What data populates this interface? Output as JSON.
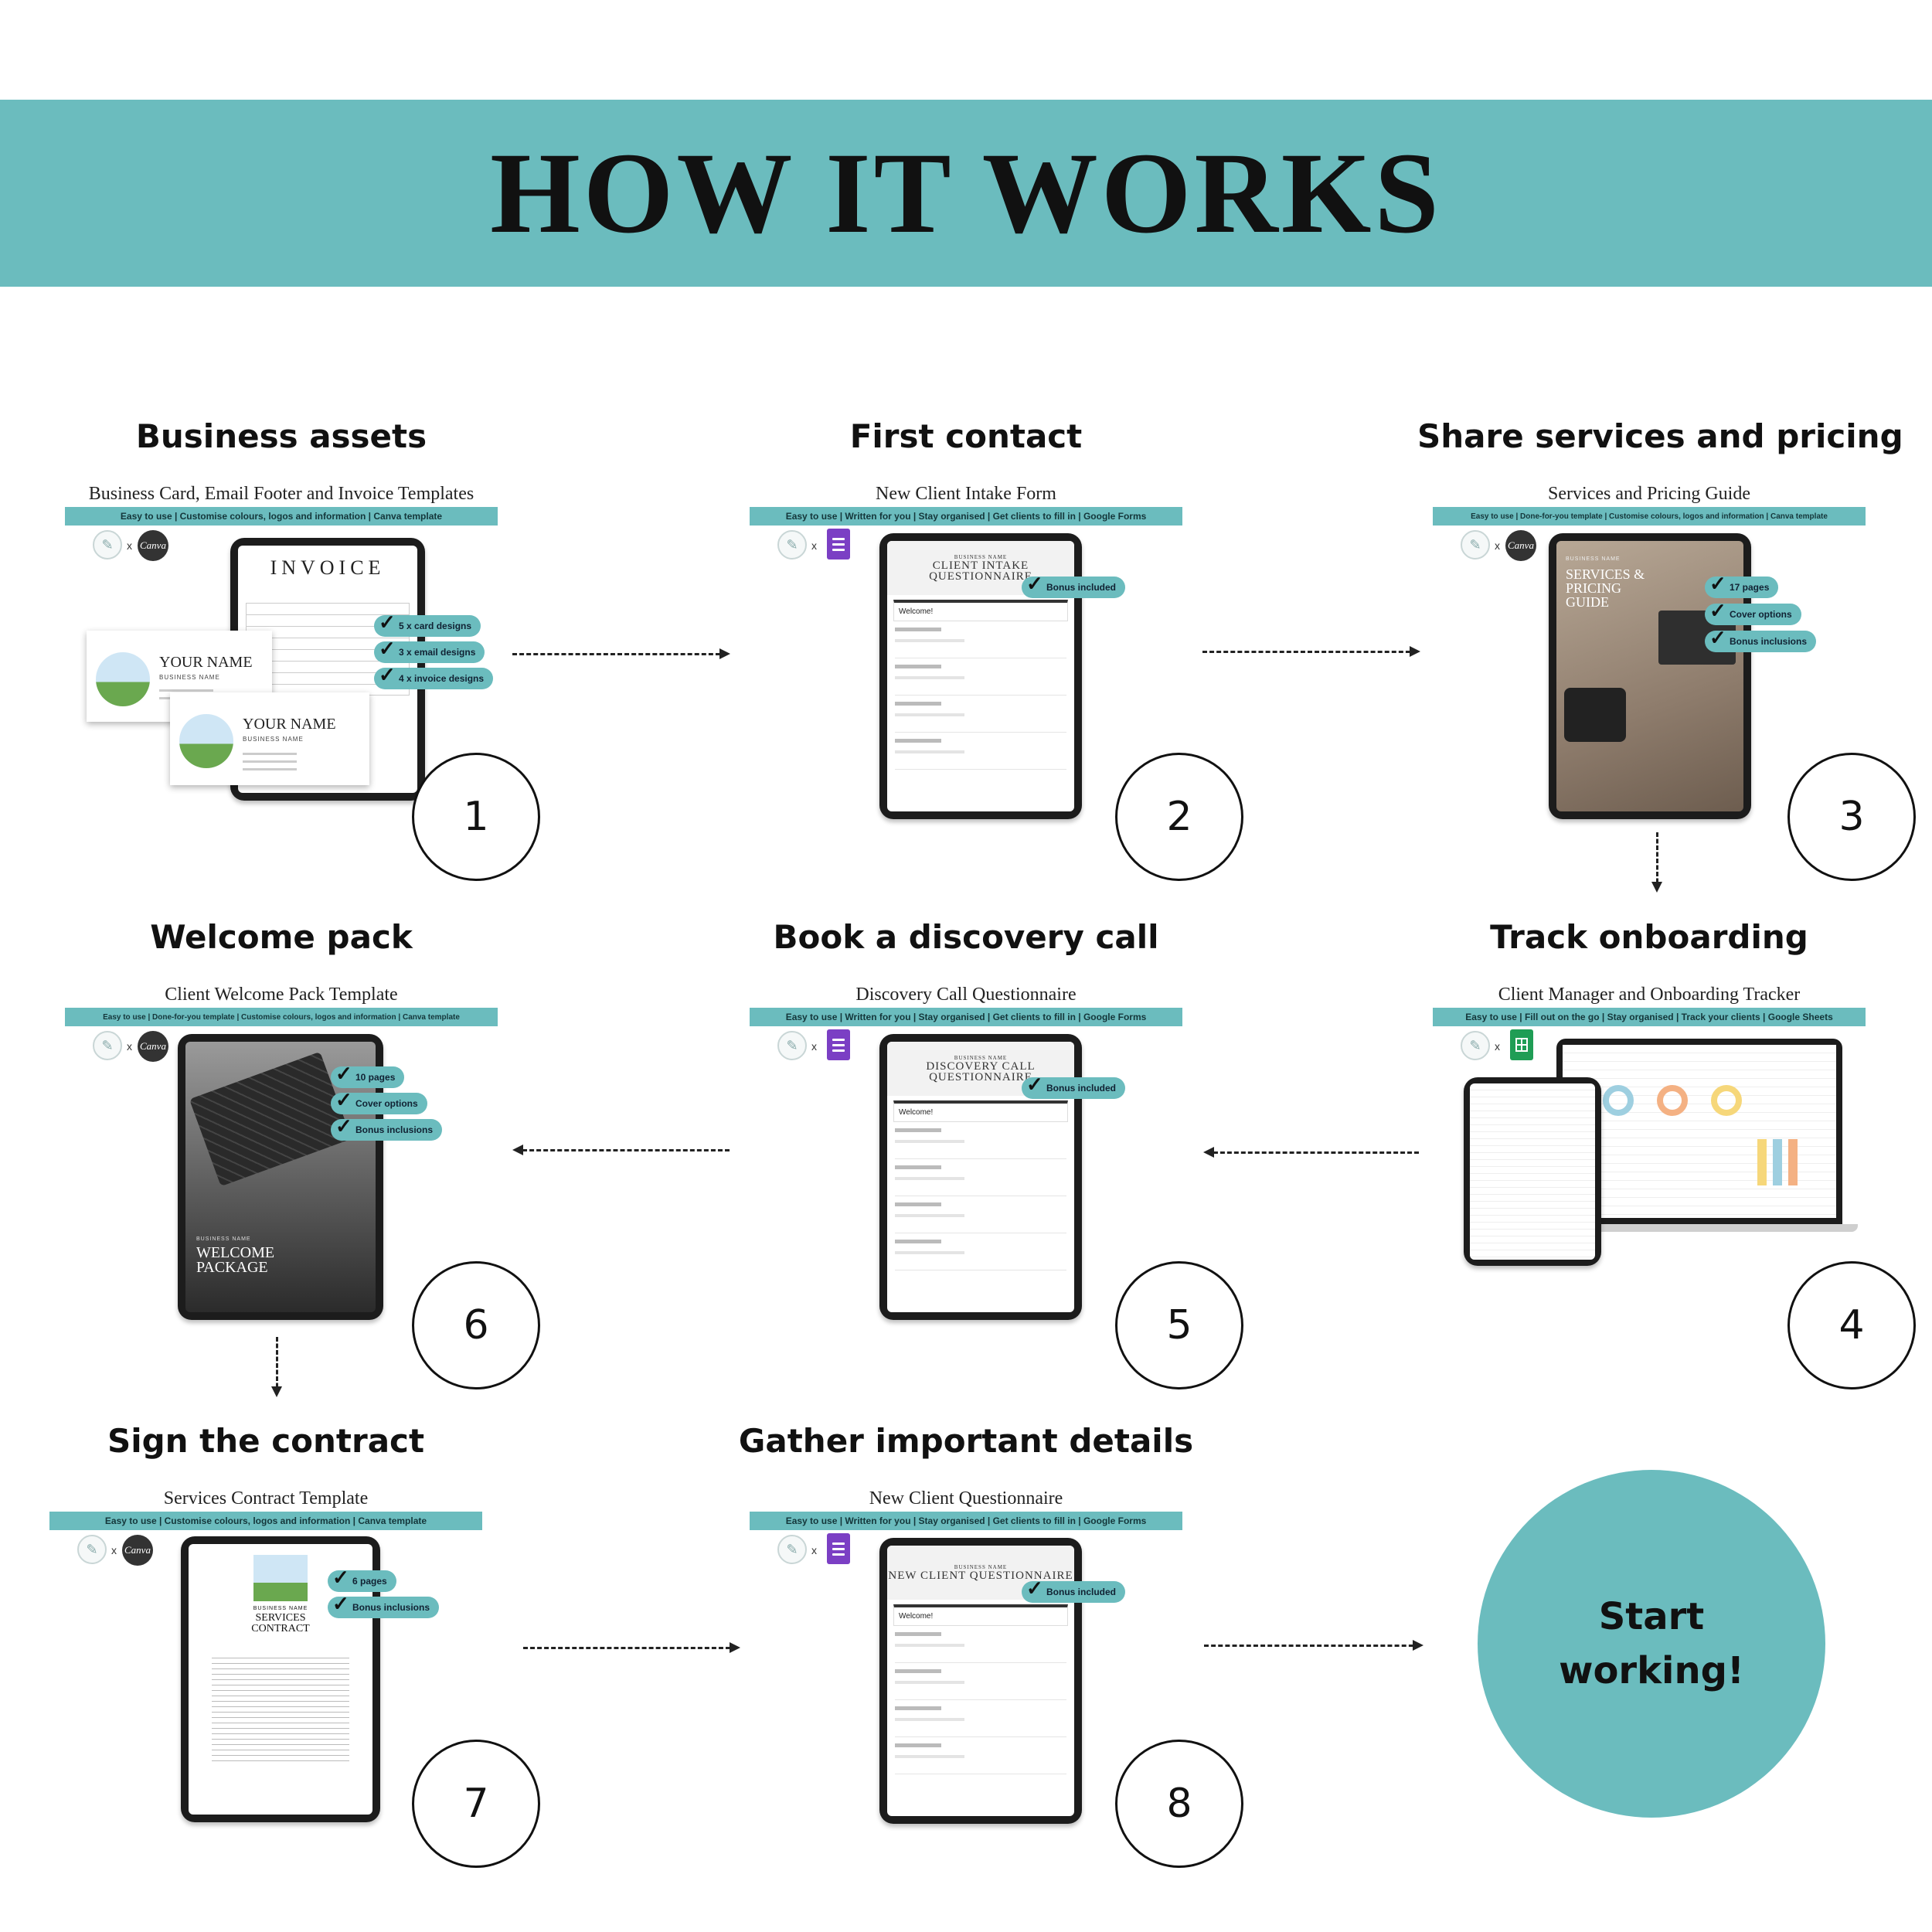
{
  "header": {
    "title": "HOW IT WORKS"
  },
  "steps": [
    {
      "number": "1",
      "title": "Business assets",
      "product": "Business Card, Email Footer and Invoice Templates",
      "strip": "Easy to use  | Customise colours, logos and information | Canva template",
      "badges": [
        "5 x card designs",
        "3 x email designs",
        "4 x invoice designs"
      ],
      "screen": {
        "heading": "INVOICE",
        "card_name": "YOUR NAME",
        "card_sub": "BUSINESS NAME"
      }
    },
    {
      "number": "2",
      "title": "First contact",
      "product": "New Client Intake Form",
      "strip": "Easy to use | Written for you | Stay organised | Get clients to fill in | Google Forms",
      "badges": [
        "Bonus included"
      ],
      "screen": {
        "small": "BUSINESS NAME",
        "heading": "CLIENT INTAKE QUESTIONNAIRE",
        "welcome": "Welcome!"
      }
    },
    {
      "number": "3",
      "title": "Share services and pricing",
      "product": "Services and Pricing Guide",
      "strip": "Easy to use | Done-for-you template | Customise colours, logos and information | Canva template",
      "badges": [
        "17 pages",
        "Cover options",
        "Bonus inclusions"
      ],
      "screen": {
        "small": "BUSINESS NAME",
        "heading": "SERVICES & PRICING GUIDE"
      }
    },
    {
      "number": "4",
      "title": "Track onboarding",
      "product": "Client Manager and Onboarding Tracker",
      "strip": "Easy to use | Fill out on the go | Stay organised | Track your clients | Google Sheets",
      "badges": []
    },
    {
      "number": "5",
      "title": "Book a discovery call",
      "product": "Discovery Call Questionnaire",
      "strip": "Easy to use | Written for you | Stay organised | Get clients to fill in | Google Forms",
      "badges": [
        "Bonus included"
      ],
      "screen": {
        "small": "BUSINESS NAME",
        "heading": "DISCOVERY CALL QUESTIONNAIRE",
        "welcome": "Welcome!"
      }
    },
    {
      "number": "6",
      "title": "Welcome pack",
      "product": "Client Welcome Pack Template",
      "strip": "Easy to use | Done-for-you template | Customise colours, logos and information | Canva template",
      "badges": [
        "10 pages",
        "Cover options",
        "Bonus inclusions"
      ],
      "screen": {
        "small": "BUSINESS NAME",
        "heading": "WELCOME PACKAGE"
      }
    },
    {
      "number": "7",
      "title": "Sign the contract",
      "product": "Services Contract Template",
      "strip": "Easy to use  | Customise colours, logos and information | Canva template",
      "badges": [
        "6 pages",
        "Bonus inclusions"
      ],
      "screen": {
        "small": "BUSINESS NAME",
        "heading": "SERVICES CONTRACT"
      }
    },
    {
      "number": "8",
      "title": "Gather important details",
      "product": "New Client Questionnaire",
      "strip": "Easy to use | Written for you | Stay organised | Get clients to fill in | Google Forms",
      "badges": [
        "Bonus included"
      ],
      "screen": {
        "small": "BUSINESS NAME",
        "heading": "NEW CLIENT QUESTIONNAIRE",
        "welcome": "Welcome!"
      }
    }
  ],
  "final": {
    "label": "Start\nworking!"
  },
  "logos": {
    "x": "x",
    "canva": "Canva"
  },
  "colors": {
    "accent": "#6bbcbe",
    "text": "#111111",
    "background": "#ffffff"
  }
}
